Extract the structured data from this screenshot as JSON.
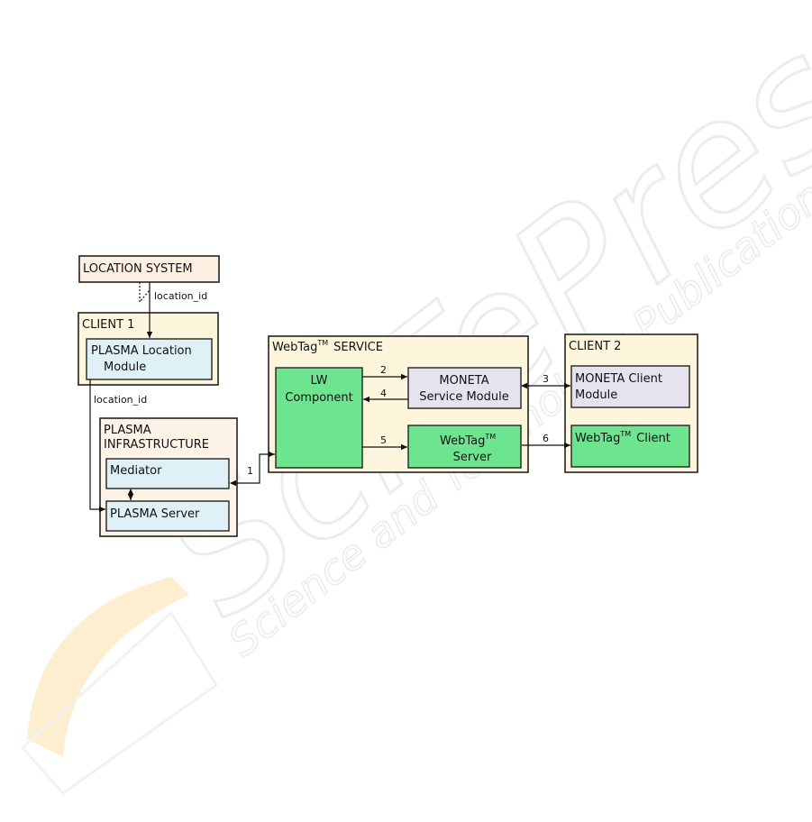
{
  "colors": {
    "outer_box": "#fdf6dc",
    "location_system": "#fdf0e3",
    "plasma_infra": "#fdf3e6",
    "blue_module": "#dff0f6",
    "lavender_module": "#e6e2ee",
    "green_module": "#6de48e"
  },
  "location_system": {
    "label": "LOCATION SYSTEM"
  },
  "client1": {
    "label": "CLIENT 1",
    "plasma_location_module": {
      "line1": "PLASMA Location",
      "line2": "Module"
    }
  },
  "plasma_infrastructure": {
    "line1": "PLASMA",
    "line2": "INFRASTRUCTURE",
    "mediator": "Mediator",
    "plasma_server": "PLASMA Server"
  },
  "webtag_service": {
    "prefix": "WebTag",
    "tm": "TM",
    "suffix": "SERVICE",
    "lw_component": {
      "line1": "LW",
      "line2": "Component"
    },
    "moneta_service_module": {
      "line1": "MONETA",
      "line2": "Service Module"
    },
    "webtag_server": {
      "prefix": "WebTag",
      "tm": "TM",
      "line2": "Server"
    }
  },
  "client2": {
    "label": "CLIENT 2",
    "moneta_client_module": {
      "line1": "MONETA Client",
      "line2": "Module"
    },
    "webtag_client": {
      "prefix": "WebTag",
      "tm": "TM",
      "suffix": "Client"
    }
  },
  "edges": {
    "location_id_top": "location_id",
    "location_id_side": "location_id",
    "e1": "1",
    "e2": "2",
    "e3": "3",
    "e4": "4",
    "e5": "5",
    "e6": "6"
  },
  "watermark": {
    "brand": "SciTePress",
    "tagline": "Science and Technology Publications"
  }
}
